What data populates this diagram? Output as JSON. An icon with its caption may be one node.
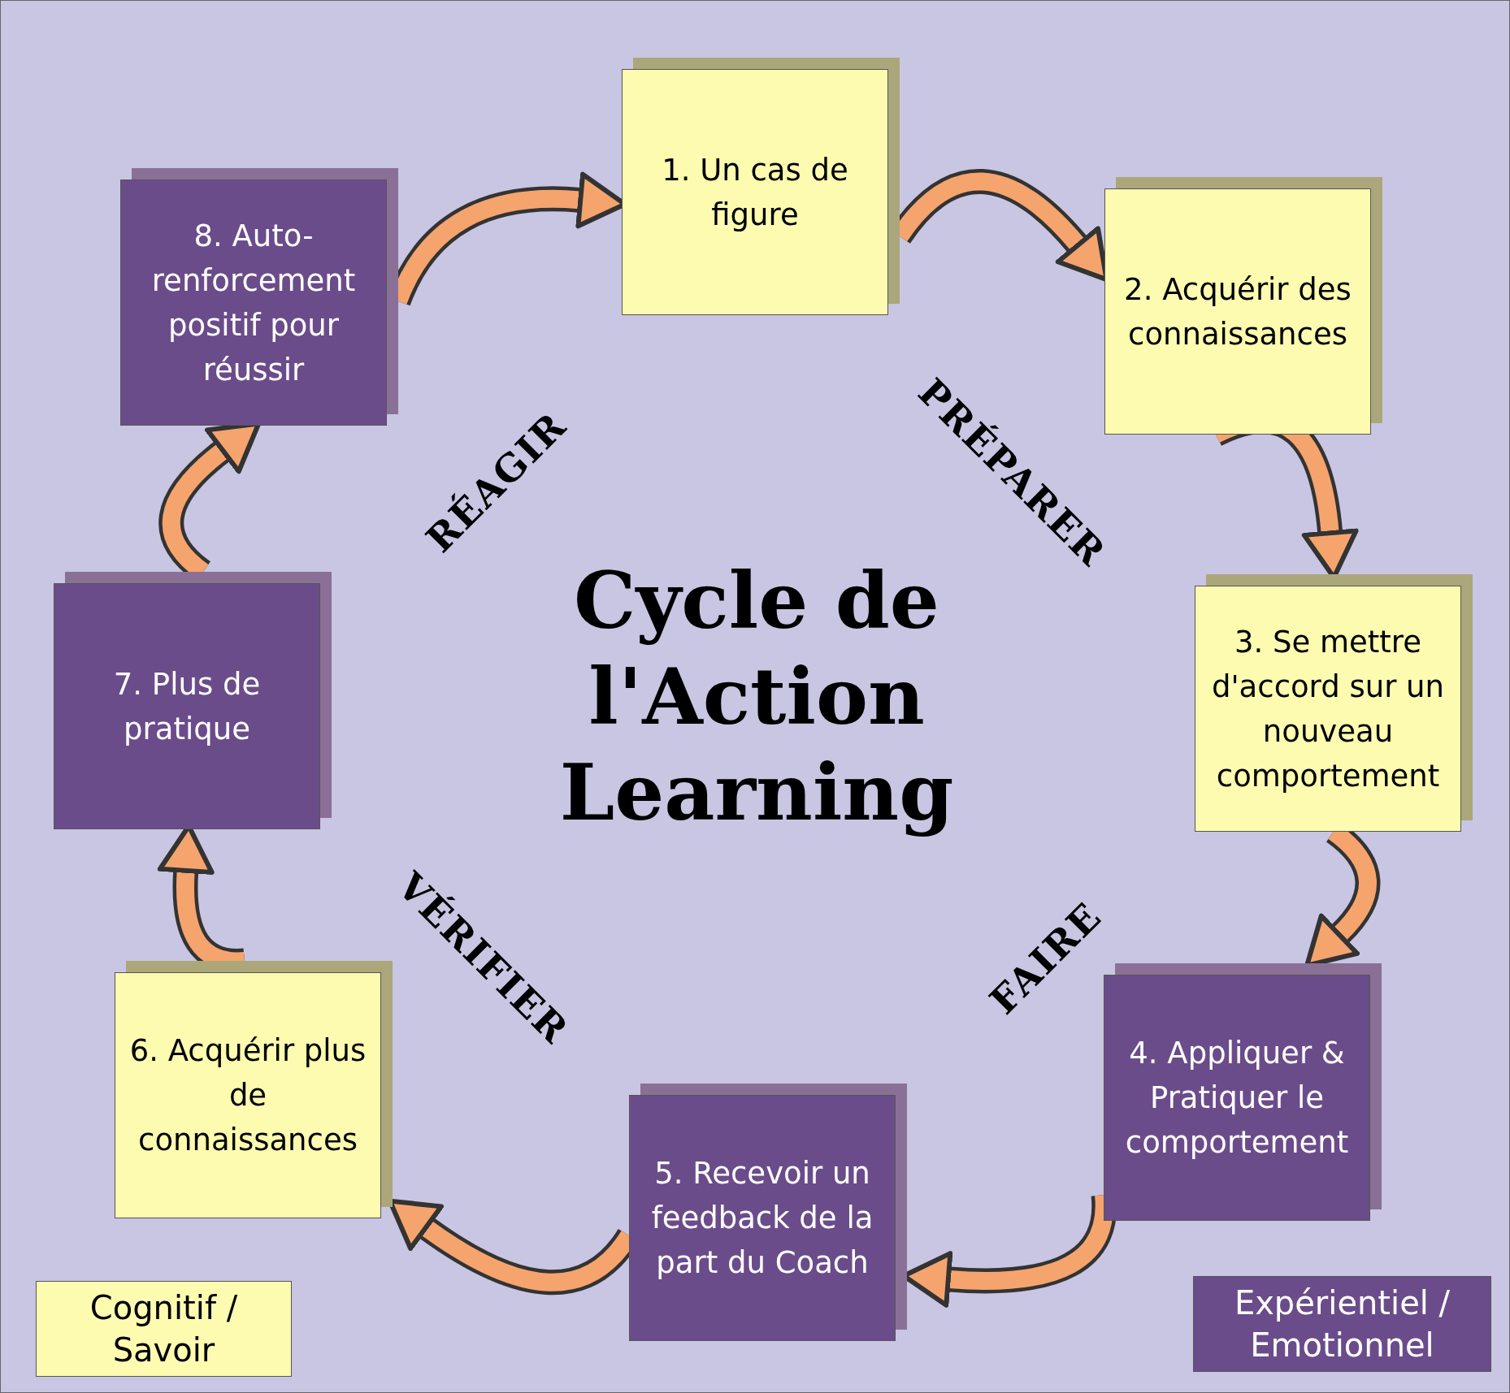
{
  "diagram": {
    "title": "Cycle de l'Action Learning",
    "nodes": [
      {
        "text": [
          "1. Un cas de figure"
        ]
      },
      {
        "text": [
          "2. Acquérir des connaissances"
        ]
      },
      {
        "text": [
          "3. Se mettre d'accord sur un nouveau comportement"
        ]
      },
      {
        "text": [
          "4. Appliquer & Pratiquer le comportement"
        ]
      },
      {
        "text": [
          "5. Recevoir un feedback de la part du Coach"
        ]
      },
      {
        "text": [
          "6. Acquérir plus de connaissances"
        ]
      },
      {
        "text": [
          "7. Plus de pratique"
        ]
      },
      {
        "text": [
          "8. Auto-renforcement positif pour réussir"
        ]
      }
    ],
    "edges": [
      {
        "from": 0,
        "to": 1,
        "arrow": "to"
      },
      {
        "from": 1,
        "to": 2,
        "arrow": "to"
      },
      {
        "from": 2,
        "to": 3,
        "arrow": "to"
      },
      {
        "from": 3,
        "to": 4,
        "arrow": "to"
      },
      {
        "from": 4,
        "to": 5,
        "arrow": "to"
      },
      {
        "from": 5,
        "to": 6,
        "arrow": "to"
      },
      {
        "from": 6,
        "to": 7,
        "arrow": "to"
      },
      {
        "from": 7,
        "to": 0,
        "arrow": "to"
      }
    ],
    "labels": [
      "RÉAGIR",
      "PRÉPARER",
      "VÉRIFIER",
      "FAIRE"
    ],
    "legend": [
      {
        "text": "Cognitif / Savoir",
        "color": "#fdfbb0"
      },
      {
        "text": "Expérientiel / Emotionnel",
        "color": "#6b4c8a"
      }
    ]
  }
}
